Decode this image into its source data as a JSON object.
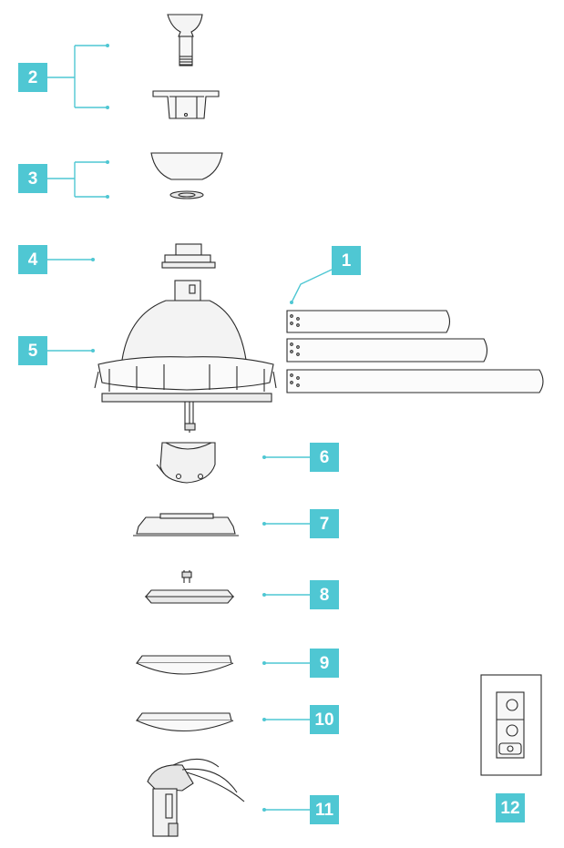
{
  "accent_color": "#4fc7d3",
  "callouts": [
    {
      "id": "1",
      "label": "1"
    },
    {
      "id": "2",
      "label": "2"
    },
    {
      "id": "3",
      "label": "3"
    },
    {
      "id": "4",
      "label": "4"
    },
    {
      "id": "5",
      "label": "5"
    },
    {
      "id": "6",
      "label": "6"
    },
    {
      "id": "7",
      "label": "7"
    },
    {
      "id": "8",
      "label": "8"
    },
    {
      "id": "9",
      "label": "9"
    },
    {
      "id": "10",
      "label": "10"
    },
    {
      "id": "11",
      "label": "11"
    },
    {
      "id": "12",
      "label": "12"
    }
  ],
  "parts": [
    {
      "id": "1",
      "icon": "fan-blades"
    },
    {
      "id": "2",
      "icon": "downrod-and-bracket"
    },
    {
      "id": "3",
      "icon": "canopy-and-ring"
    },
    {
      "id": "4",
      "icon": "motor-coupling"
    },
    {
      "id": "5",
      "icon": "motor-housing"
    },
    {
      "id": "6",
      "icon": "switch-housing"
    },
    {
      "id": "7",
      "icon": "light-plate"
    },
    {
      "id": "8",
      "icon": "led-module"
    },
    {
      "id": "9",
      "icon": "glass-shade"
    },
    {
      "id": "10",
      "icon": "glass-shade"
    },
    {
      "id": "11",
      "icon": "receiver"
    },
    {
      "id": "12",
      "icon": "wall-control"
    }
  ]
}
